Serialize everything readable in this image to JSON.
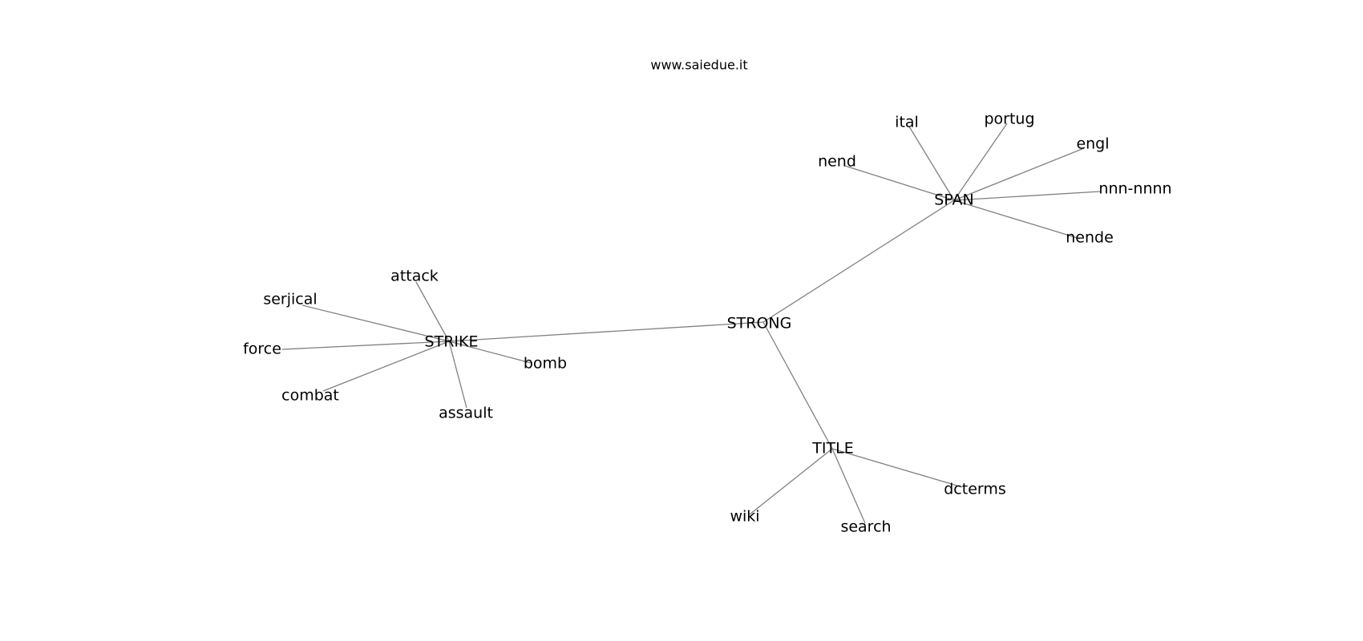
{
  "watermark": "www.saiedue.it",
  "graph": {
    "nodes": [
      {
        "id": "STRONG",
        "label": "STRONG"
      },
      {
        "id": "STRIKE",
        "label": "STRIKE"
      },
      {
        "id": "SPAN",
        "label": "SPAN"
      },
      {
        "id": "TITLE",
        "label": "TITLE"
      },
      {
        "id": "attack",
        "label": "attack"
      },
      {
        "id": "serjical",
        "label": "serjical"
      },
      {
        "id": "force",
        "label": "force"
      },
      {
        "id": "combat",
        "label": "combat"
      },
      {
        "id": "assault",
        "label": "assault"
      },
      {
        "id": "bomb",
        "label": "bomb"
      },
      {
        "id": "ital",
        "label": "ital"
      },
      {
        "id": "portug",
        "label": "portug"
      },
      {
        "id": "engl",
        "label": "engl"
      },
      {
        "id": "nend",
        "label": "nend"
      },
      {
        "id": "nnn-nnnn",
        "label": "nnn-nnnn"
      },
      {
        "id": "nende",
        "label": "nende"
      },
      {
        "id": "wiki",
        "label": "wiki"
      },
      {
        "id": "search",
        "label": "search"
      },
      {
        "id": "dcterms",
        "label": "dcterms"
      }
    ],
    "edges": [
      [
        "STRONG",
        "STRIKE"
      ],
      [
        "STRONG",
        "SPAN"
      ],
      [
        "STRONG",
        "TITLE"
      ],
      [
        "STRIKE",
        "attack"
      ],
      [
        "STRIKE",
        "serjical"
      ],
      [
        "STRIKE",
        "force"
      ],
      [
        "STRIKE",
        "combat"
      ],
      [
        "STRIKE",
        "assault"
      ],
      [
        "STRIKE",
        "bomb"
      ],
      [
        "SPAN",
        "ital"
      ],
      [
        "SPAN",
        "portug"
      ],
      [
        "SPAN",
        "engl"
      ],
      [
        "SPAN",
        "nend"
      ],
      [
        "SPAN",
        "nnn-nnnn"
      ],
      [
        "SPAN",
        "nende"
      ],
      [
        "TITLE",
        "wiki"
      ],
      [
        "TITLE",
        "search"
      ],
      [
        "TITLE",
        "dcterms"
      ]
    ]
  }
}
